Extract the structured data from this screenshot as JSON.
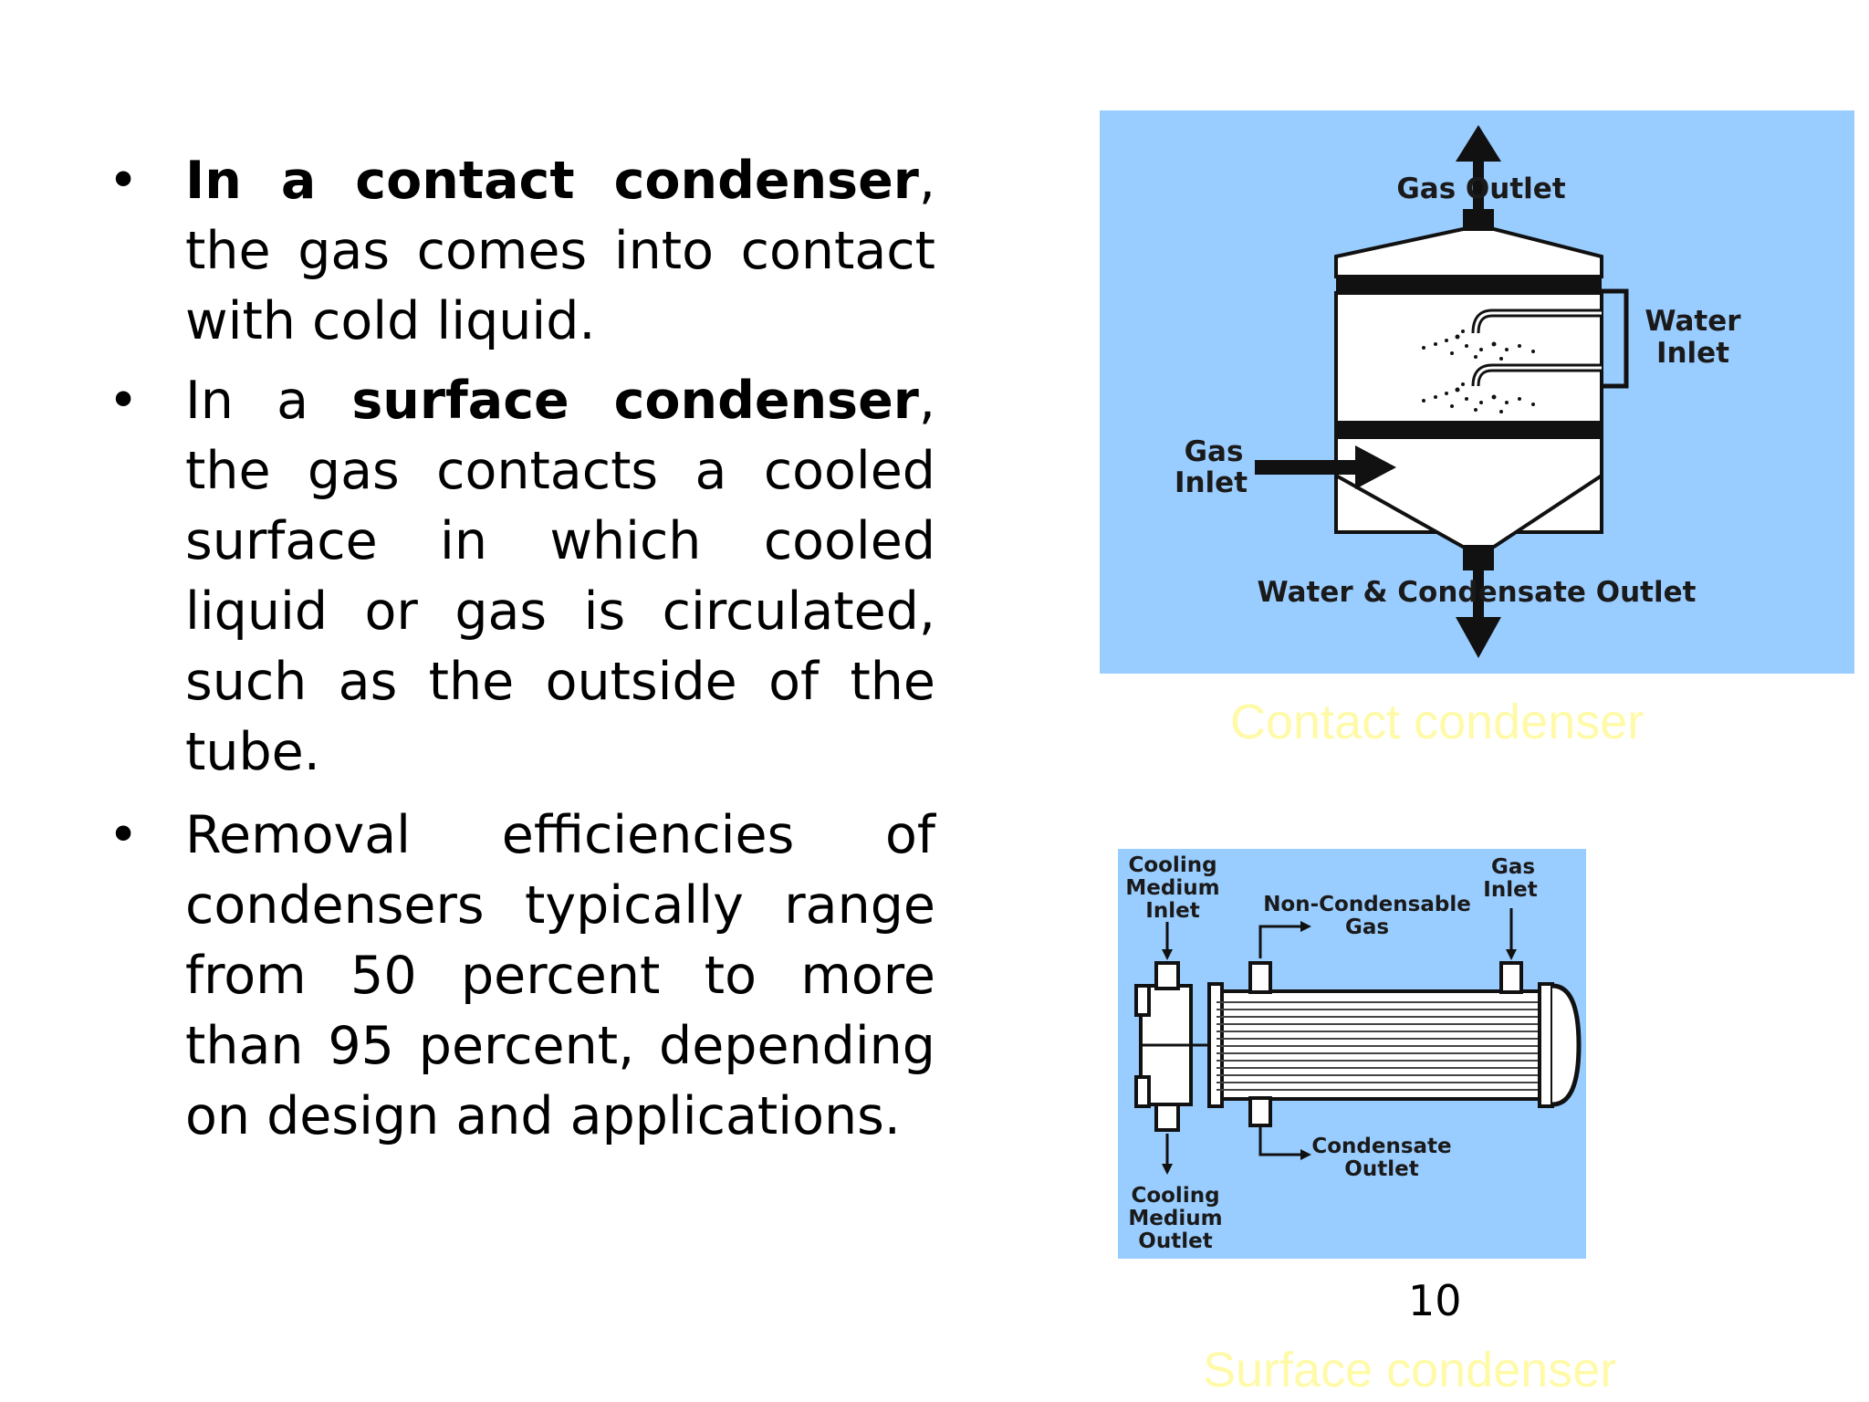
{
  "bullets": [
    {
      "lead": "",
      "bold": "In a contact condenser",
      "rest": ", the gas comes into contact with cold liquid."
    },
    {
      "lead": "In a ",
      "bold": "surface condenser",
      "rest": ", the gas contacts a cooled surface in which cooled liquid or gas is circulated, such as the outside of the tube."
    },
    {
      "lead": "Removal efficiencies of condensers typically range from 50 percent to more than 95 percent, depending on design and applications.",
      "bold": "",
      "rest": ""
    }
  ],
  "bullet_glyph": "•",
  "contact_figure": {
    "gas_outlet": "Gas Outlet",
    "water_inlet_1": "Water",
    "water_inlet_2": "Inlet",
    "gas_inlet_1": "Gas",
    "gas_inlet_2": "Inlet",
    "water_condensate_outlet": "Water & Condensate Outlet",
    "caption": "Contact condenser",
    "background": "#99ccff"
  },
  "surface_figure": {
    "cooling_in_1": "Cooling",
    "cooling_in_2": "Medium",
    "cooling_in_3": "Inlet",
    "noncond_1": "Non-Condensable",
    "noncond_2": "Gas",
    "gas_inlet_1": "Gas",
    "gas_inlet_2": "Inlet",
    "condensate_1": "Condensate",
    "condensate_2": "Outlet",
    "cooling_out_1": "Cooling",
    "cooling_out_2": "Medium",
    "cooling_out_3": "Outlet",
    "caption": "Surface condenser",
    "background": "#99ccff"
  },
  "page_number": "10"
}
